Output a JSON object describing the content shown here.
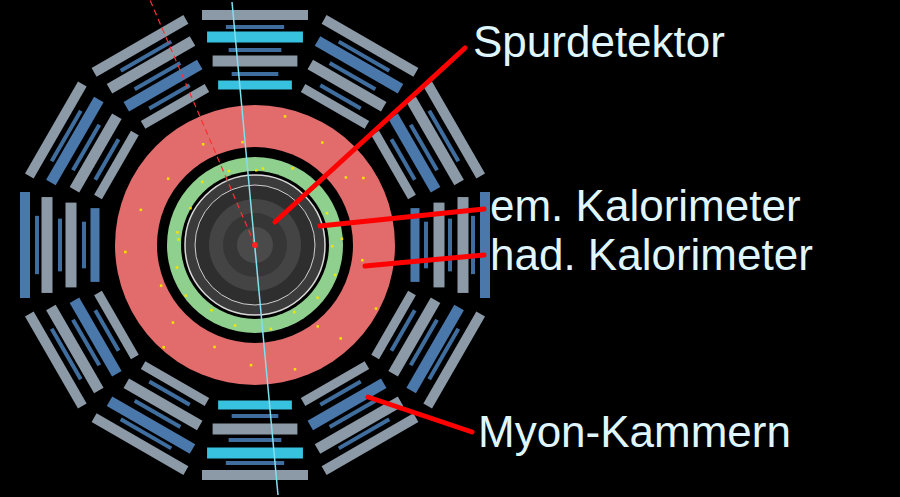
{
  "diagram": {
    "labels": [
      "Spurdetektor",
      "em. Kalorimeter",
      "had. Kalorimeter",
      "Myon-Kammern"
    ]
  }
}
